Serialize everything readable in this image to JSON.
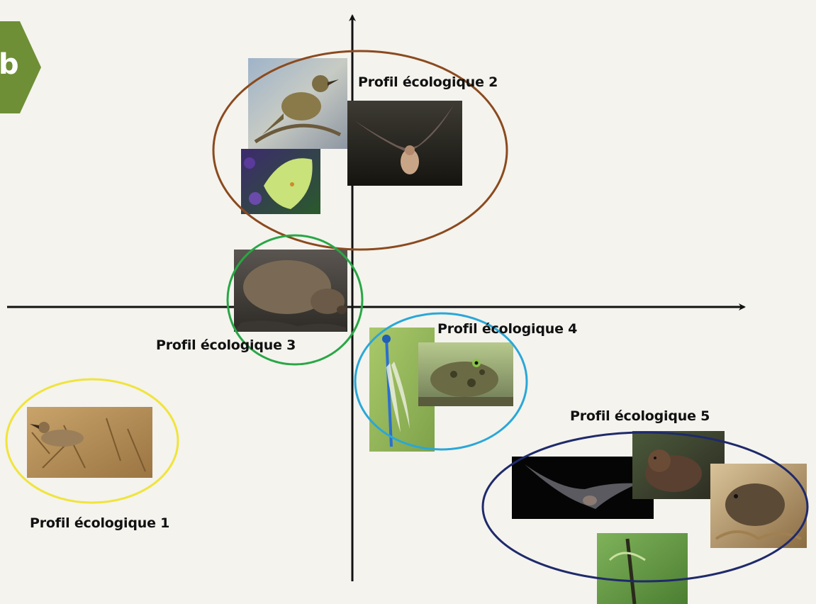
{
  "badge": {
    "letter": "b",
    "color": "#6e8f36"
  },
  "axes": {
    "color": "#111111"
  },
  "profiles": [
    {
      "id": 1,
      "label": "Profil écologique 1",
      "ring_color": "#f0e43c",
      "species": [
        "pipit-photo"
      ]
    },
    {
      "id": 2,
      "label": "Profil écologique 2",
      "ring_color": "#8b4a1e",
      "species": [
        "warbler-photo",
        "bat-photo",
        "brimstone-butterfly-photo"
      ]
    },
    {
      "id": 3,
      "label": "Profil écologique 3",
      "ring_color": "#28a745",
      "species": [
        "wild-boar-photo"
      ]
    },
    {
      "id": 4,
      "label": "Profil écologique 4",
      "ring_color": "#2aa7d8",
      "species": [
        "damselfly-photo",
        "toad-photo"
      ]
    },
    {
      "id": 5,
      "label": "Profil écologique 5",
      "ring_color": "#1f2a6b",
      "species": [
        "flying-bat-photo",
        "beaver-photo",
        "vole-photo",
        "dragonfly-photo"
      ]
    }
  ]
}
